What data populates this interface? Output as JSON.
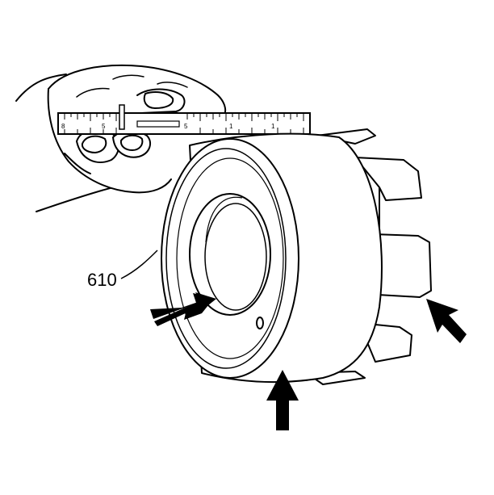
{
  "figure": {
    "callout_label": "610",
    "ruler_numbers": [
      "8",
      "5",
      "5",
      "1",
      "1"
    ],
    "line_color": "#000000",
    "background_color": "#ffffff"
  },
  "parts": {
    "component": "clutch-housing",
    "tool": "steel-rule",
    "indicators": [
      "arrow-left-inner-bore",
      "arrow-bottom-housing",
      "arrow-right-lug"
    ]
  }
}
